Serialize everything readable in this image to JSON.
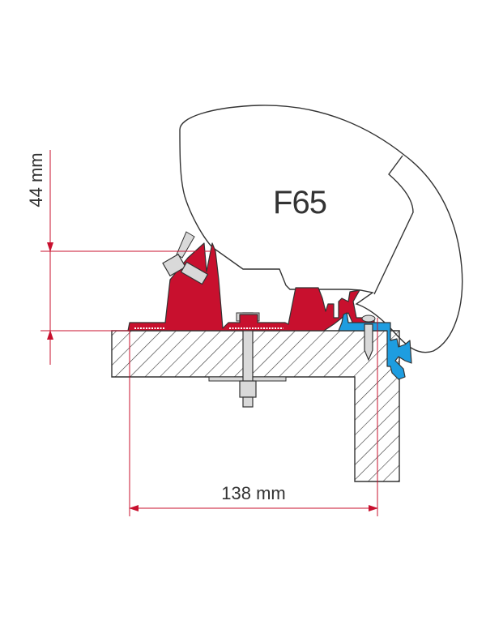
{
  "diagram": {
    "type": "awning-adapter-mounting-cross-section",
    "awning_label": "F65",
    "dimensions": {
      "vertical": {
        "label": "44 mm",
        "value_mm": 44
      },
      "horizontal": {
        "label": "138 mm",
        "value_mm": 138
      }
    },
    "components": [
      {
        "name": "awning-housing",
        "color": "#ffffff"
      },
      {
        "name": "mounting-bracket",
        "color": "#c8102e"
      },
      {
        "name": "wall-rail",
        "color": "#1e9de0"
      },
      {
        "name": "wall-section",
        "color": "hatched"
      },
      {
        "name": "bolt",
        "color": "#d9d9d9"
      },
      {
        "name": "screw",
        "color": "#d9d9d9"
      }
    ],
    "colors": {
      "dimension_line": "#c8102e",
      "bracket": "#c8102e",
      "rail": "#1e9de0",
      "outline": "#333333",
      "text": "#333333"
    }
  }
}
